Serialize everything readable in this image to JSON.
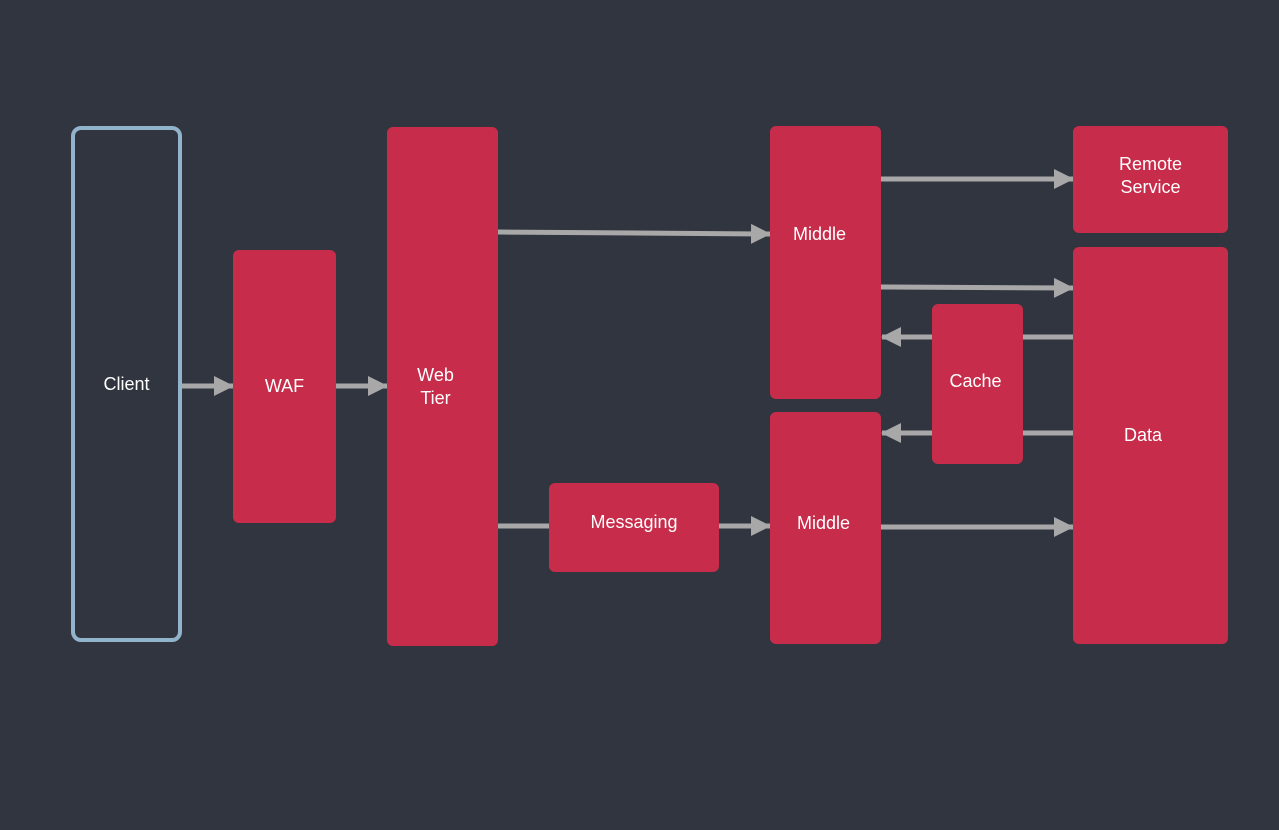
{
  "nodes": {
    "client": "Client",
    "waf": "WAF",
    "web_tier": "Web\nTier",
    "messaging": "Messaging",
    "middle_top": "Middle",
    "middle_bottom": "Middle",
    "cache": "Cache",
    "remote_service": "Remote\nService",
    "data": "Data"
  },
  "colors": {
    "background": "#31353f",
    "node_fill": "#c72c4a",
    "client_border": "#92b3cc",
    "connector": "#a8a8a8"
  }
}
